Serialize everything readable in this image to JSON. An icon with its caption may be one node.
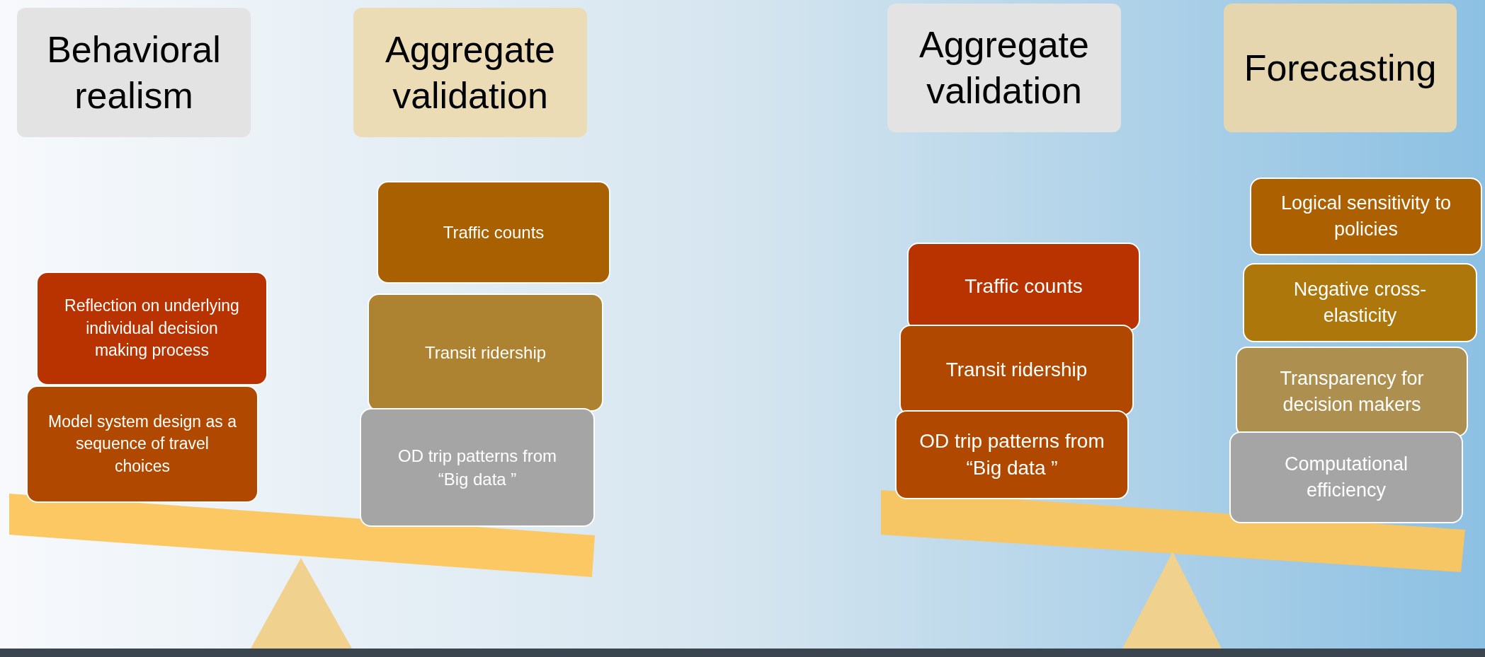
{
  "diagram": {
    "nodes": [
      {
        "text": [
          "Behavioral realism"
        ]
      },
      {
        "text": [
          "Aggregate validation"
        ]
      },
      {
        "text": [
          "Aggregate validation"
        ]
      },
      {
        "text": [
          "Forecasting"
        ]
      },
      {
        "text": [
          "Reflection on underlying individual decision making process"
        ]
      },
      {
        "text": [
          "Model system design as a sequence of travel choices"
        ]
      },
      {
        "text": [
          "Traffic counts"
        ]
      },
      {
        "text": [
          "Transit ridership"
        ]
      },
      {
        "text": [
          "OD trip patterns from “Big data ”"
        ]
      },
      {
        "text": [
          "Traffic counts"
        ]
      },
      {
        "text": [
          "Transit ridership"
        ]
      },
      {
        "text": [
          "OD trip patterns from “Big data ”"
        ]
      },
      {
        "text": [
          "Logical sensitivity to policies"
        ]
      },
      {
        "text": [
          "Negative cross-elasticity"
        ]
      },
      {
        "text": [
          "Transparency for decision makers"
        ]
      },
      {
        "text": [
          "Computational efficiency"
        ]
      }
    ]
  }
}
